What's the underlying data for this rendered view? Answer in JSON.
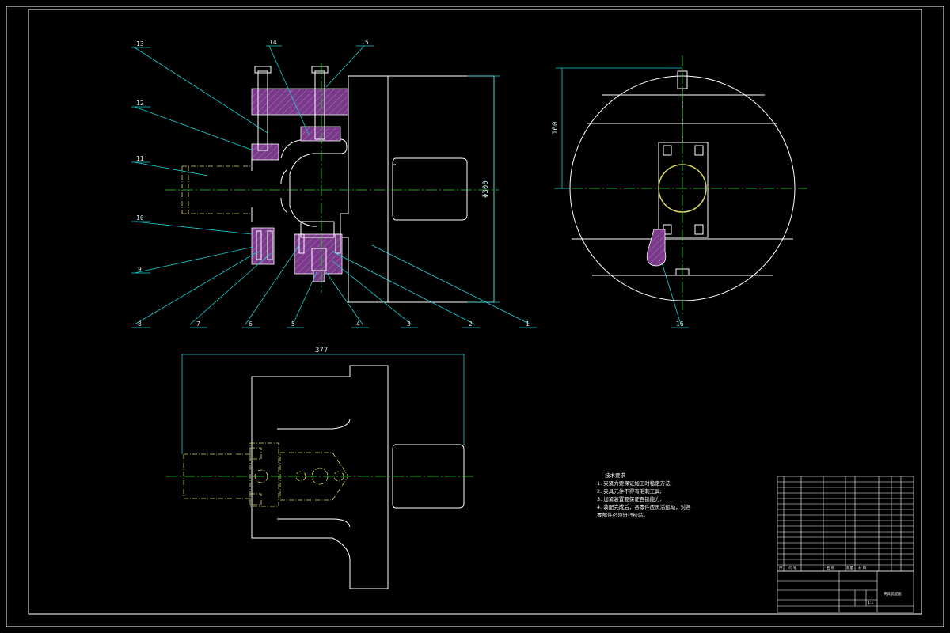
{
  "part_numbers": {
    "n1": "1",
    "n2": "2",
    "n3": "3",
    "n4": "4",
    "n5": "5",
    "n6": "6",
    "n7": "7",
    "n8": "8",
    "n9": "9",
    "n10": "10",
    "n11": "11",
    "n12": "12",
    "n13": "13",
    "n14": "14",
    "n15": "15",
    "n16": "16"
  },
  "dimensions": {
    "d300": "Φ300",
    "d160": "160",
    "d377": "377"
  },
  "tech_notes": {
    "title": "技术要求",
    "line1": "1. 夹紧力要保证加工时稳定方法;",
    "line2": "2. 夹具元件不得有毛刺工具;",
    "line3": "3. 加紧装置要保证自锁能力;",
    "line4": "4. 装配完成后，各零件应灵活运动，对各",
    "line5": "零部件必须进行检验。"
  },
  "title_block": {
    "col_seq": "序",
    "col_code": "代  号",
    "col_name": "名  称",
    "col_qty": "数量",
    "col_material": "材  料",
    "drawing_title": "夹具装配图",
    "scale": "1:1"
  },
  "colors": {
    "background": "#000000",
    "outline": "#ffffff",
    "leader": "#19d1d1",
    "centerline": "#2ad62a",
    "phantom": "#d8d86a",
    "section": "#7a3a8a"
  }
}
